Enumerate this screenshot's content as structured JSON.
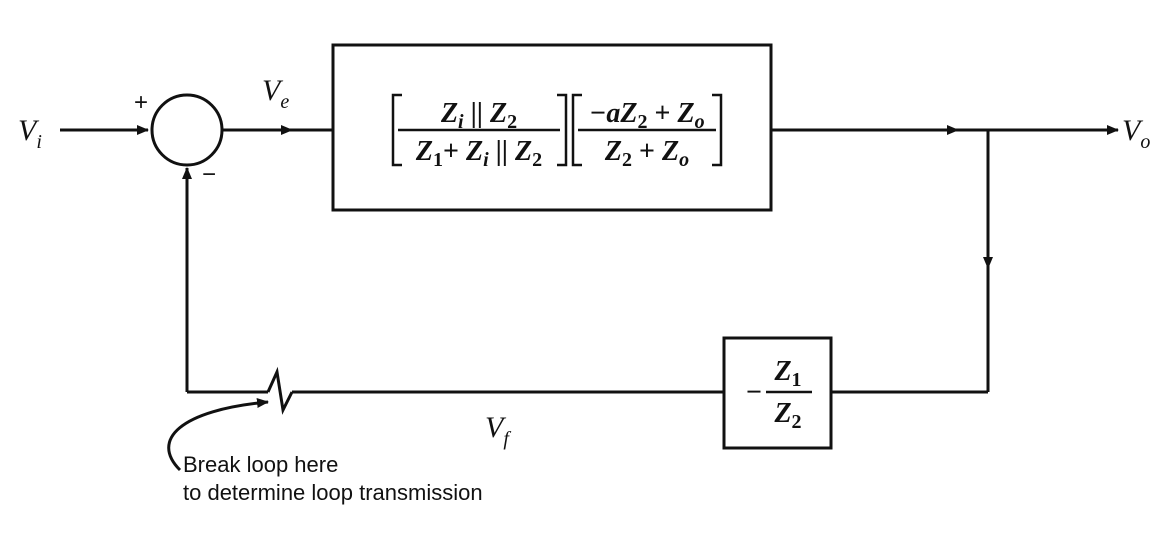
{
  "signals": {
    "input": {
      "main": "V",
      "sub": "i"
    },
    "error": {
      "main": "V",
      "sub": "e"
    },
    "output": {
      "main": "V",
      "sub": "o"
    },
    "feedback": {
      "main": "V",
      "sub": "f"
    }
  },
  "summer": {
    "plus": "+",
    "minus": "−"
  },
  "forward_block": {
    "factor1": {
      "num": [
        "Z",
        "i",
        " || ",
        "Z",
        "2"
      ],
      "den": [
        "Z",
        "1",
        "+ ",
        "Z",
        "i",
        " || ",
        "Z",
        "2"
      ]
    },
    "factor2": {
      "num": [
        "−a",
        "Z",
        "2",
        " + ",
        "Z",
        "o"
      ],
      "den": [
        "Z",
        "2",
        " + ",
        "Z",
        "o"
      ]
    }
  },
  "feedback_block": {
    "sign": "−",
    "num": [
      "Z",
      "1"
    ],
    "den": [
      "Z",
      "2"
    ]
  },
  "annotation": {
    "line1": "Break loop here",
    "line2": "to determine loop transmission"
  }
}
